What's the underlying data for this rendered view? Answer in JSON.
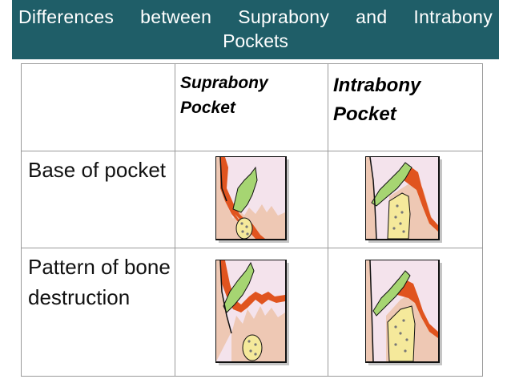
{
  "title": {
    "line1": "Differences between Suprabony and Intrabony",
    "line2": "Pockets"
  },
  "table": {
    "columns": [
      "",
      "Suprabony Pocket",
      "Intrabony Pocket"
    ],
    "rows": [
      {
        "label": "Base of pocket"
      },
      {
        "label": "Pattern of bone destruction"
      }
    ]
  },
  "colors": {
    "title_bar": "#1f5e68",
    "gingiva": "#a6d572",
    "pocket_epithelium": "#e0541f",
    "connective_tissue": "#eec8b4",
    "bone": "#f5e99b"
  }
}
